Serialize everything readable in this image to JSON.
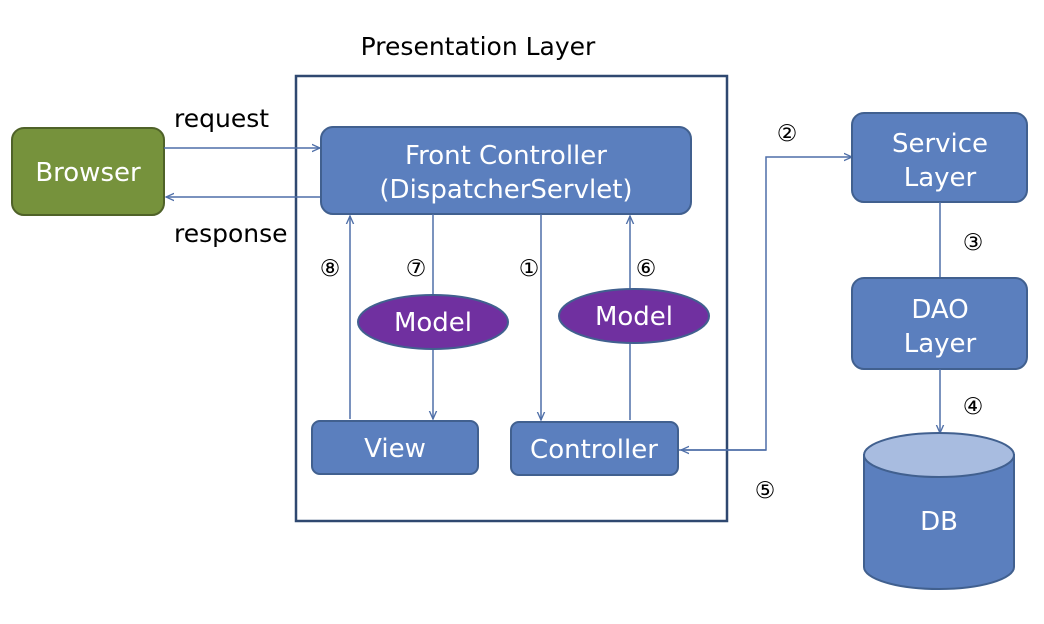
{
  "title": "Presentation Layer",
  "labels": {
    "request": "request",
    "response": "response"
  },
  "boxes": {
    "browser": "Browser",
    "front_controller_line1": "Front Controller",
    "front_controller_line2": "(DispatcherServlet)",
    "view": "View",
    "controller": "Controller",
    "service_line1": "Service",
    "service_line2": "Layer",
    "dao_line1": "DAO",
    "dao_line2": "Layer",
    "db": "DB"
  },
  "models": {
    "left": "Model",
    "right": "Model"
  },
  "steps": {
    "s1": "①",
    "s2": "②",
    "s3": "③",
    "s4": "④",
    "s5": "⑤",
    "s6": "⑥",
    "s7": "⑦",
    "s8": "⑧"
  },
  "colors": {
    "box_fill": "#5b7fbe",
    "box_stroke": "#41608f",
    "browser_fill": "#76923c",
    "model_fill": "#7030a0",
    "line": "#4f6fa8",
    "frame": "#2f4870",
    "db_top": "#a8bce0"
  }
}
